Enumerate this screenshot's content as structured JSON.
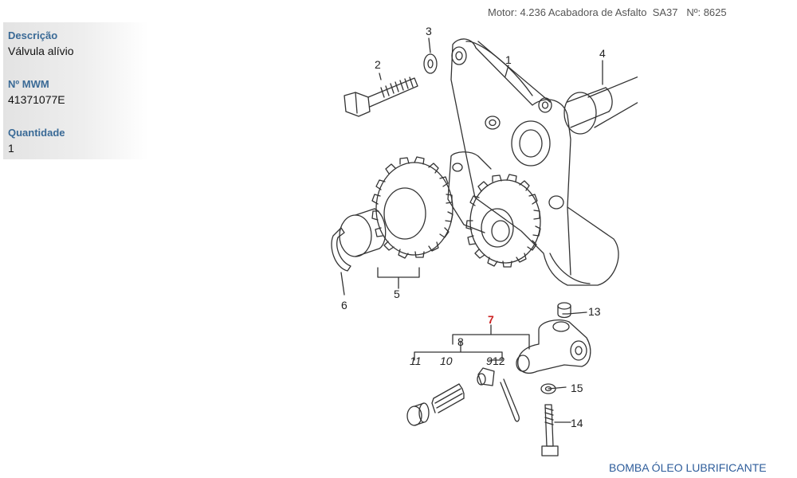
{
  "header": {
    "motor_text": "Motor: 4.236 Acabadora de Asfalto  SA37   Nº: 8625"
  },
  "info": {
    "descricao_label": "Descrição",
    "descricao_value": "Válvula alívio",
    "mwm_label": "Nº MWM",
    "mwm_value": "41371077E",
    "quantidade_label": "Quantidade",
    "quantidade_value": "1"
  },
  "diagram": {
    "callouts": [
      "1",
      "2",
      "3",
      "4",
      "5",
      "6",
      "7",
      "8",
      "9",
      "10",
      "11",
      "12",
      "13",
      "14",
      "15"
    ],
    "highlighted_callout": "7",
    "highlight_color": "#cc2222",
    "line_color": "#333333"
  },
  "footer": {
    "title": "BOMBA ÓLEO LUBRIFICANTE"
  }
}
